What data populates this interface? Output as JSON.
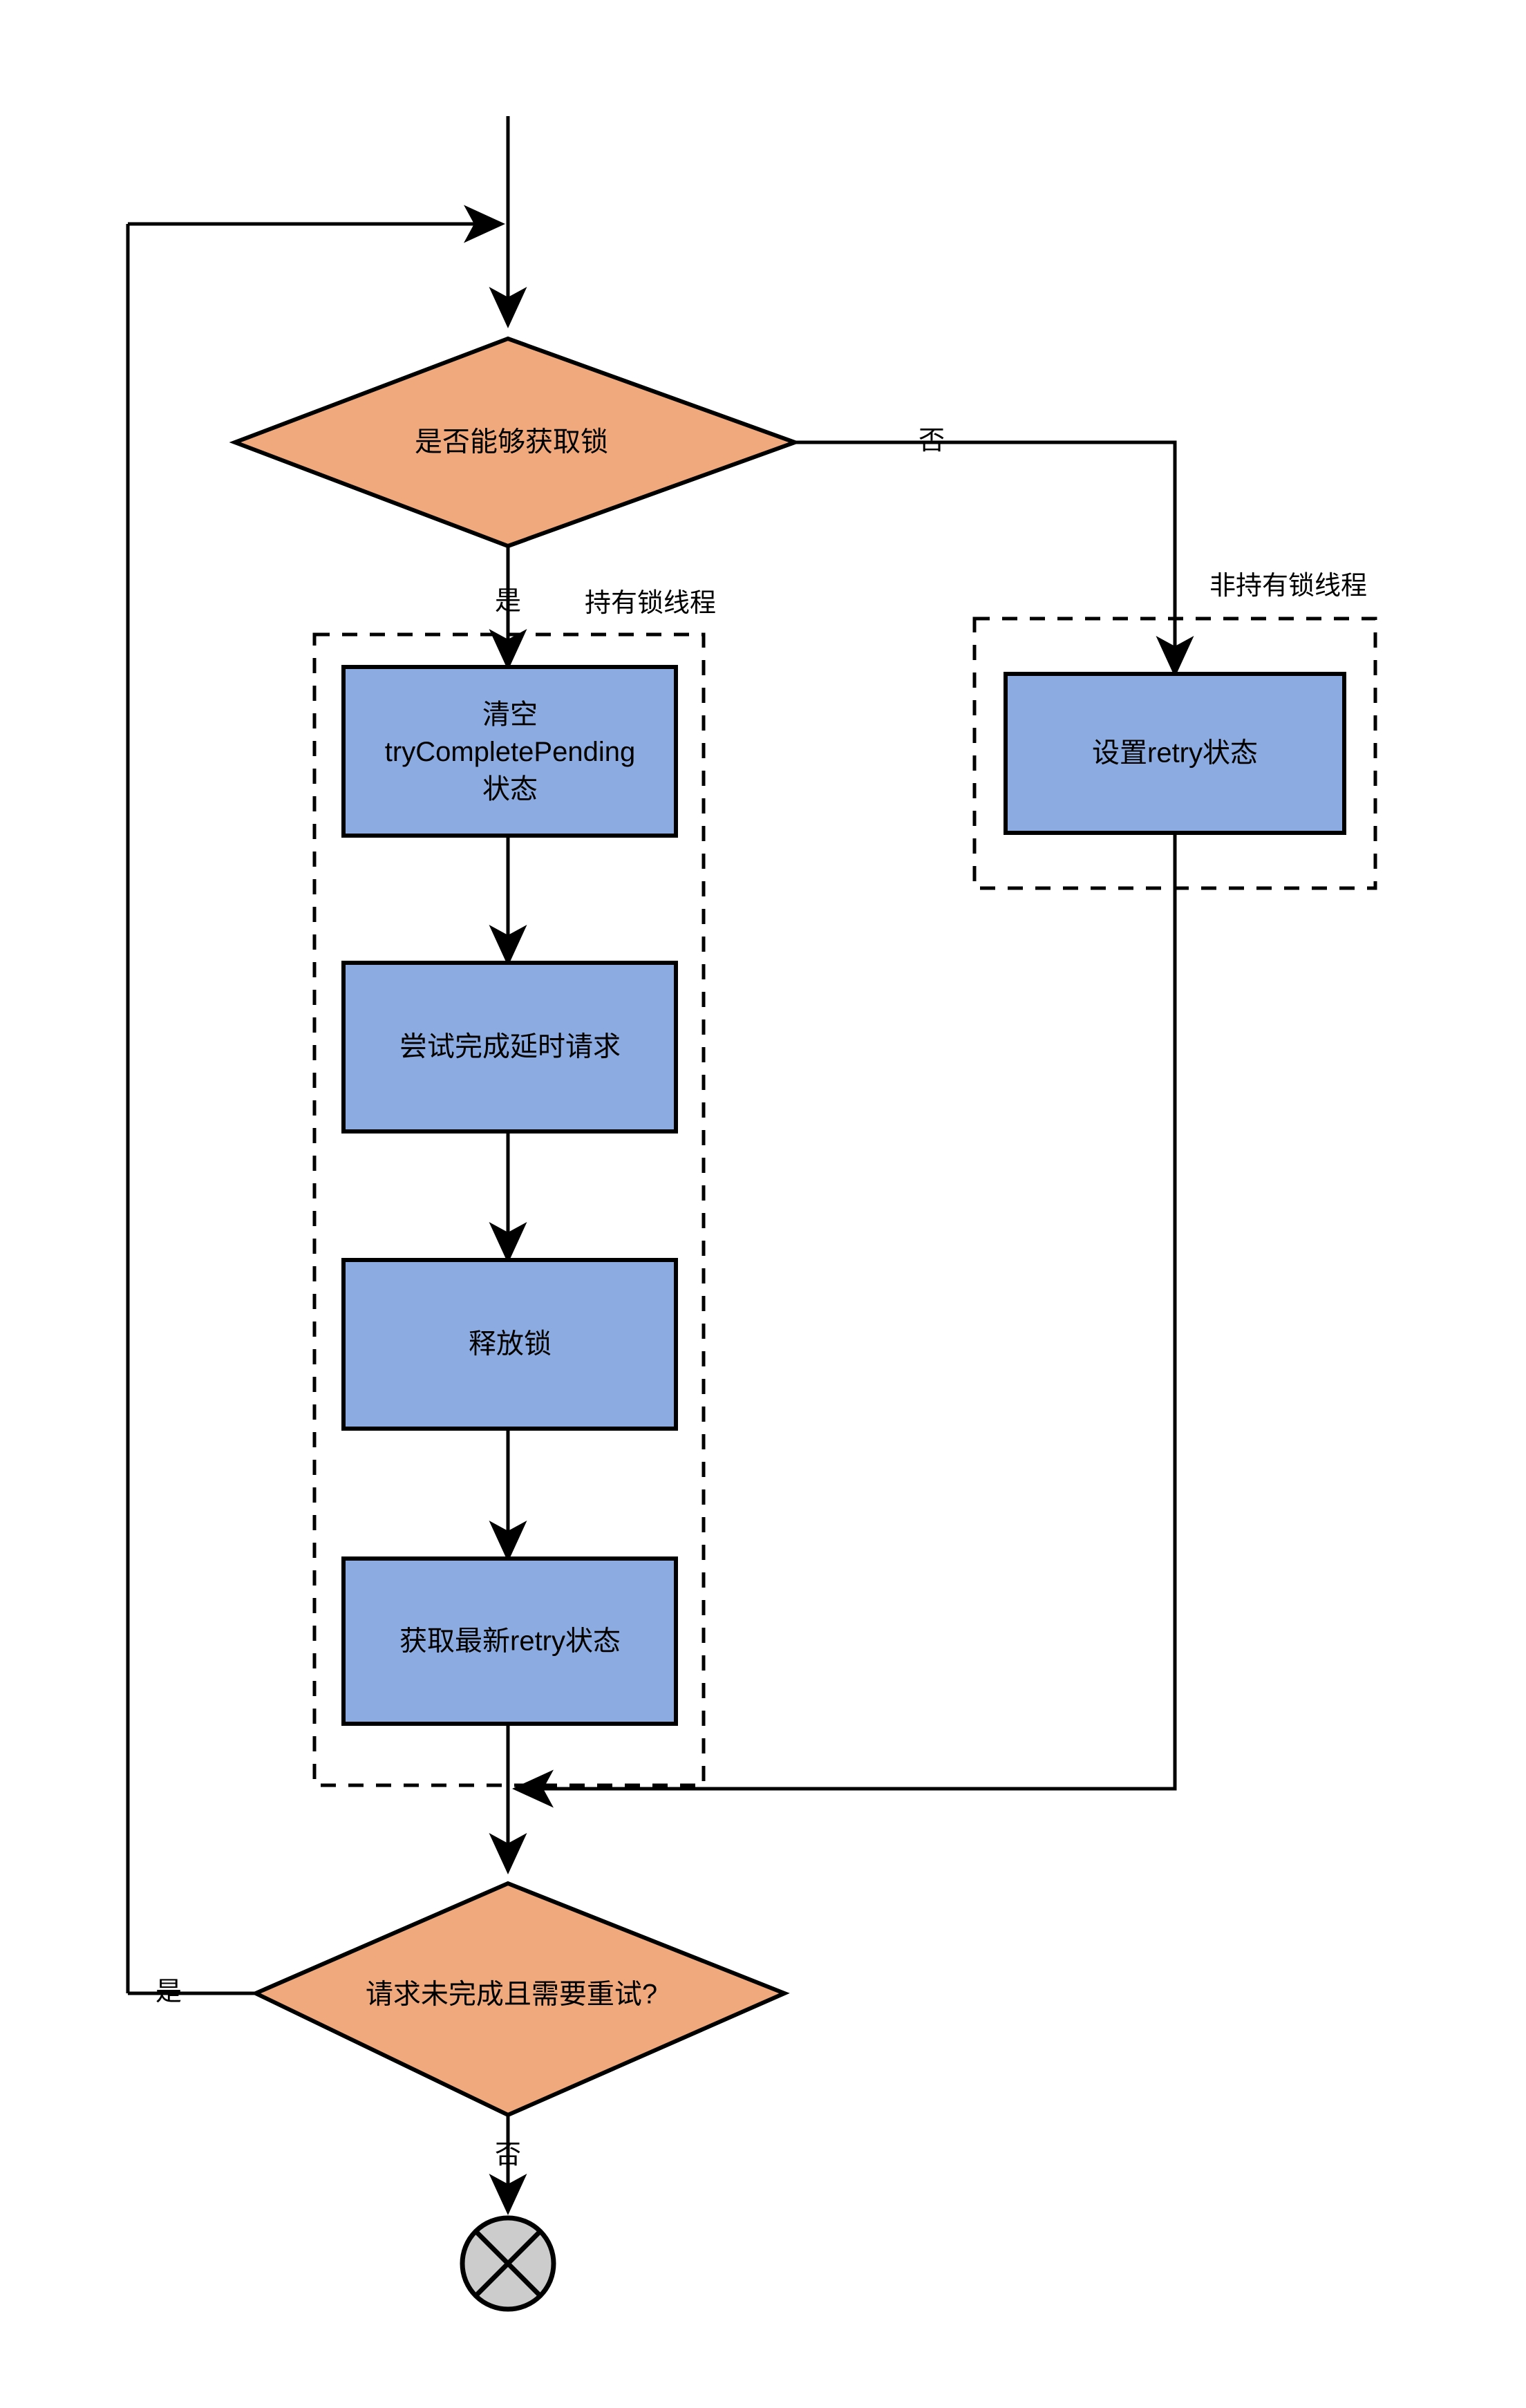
{
  "diagram": {
    "title_text": "",
    "colors": {
      "decision_fill": "#F0A97C",
      "process_fill": "#8CABE0",
      "terminator_fill": "#CCCCCC",
      "stroke": "#000000",
      "background": "#FFFFFF"
    },
    "groups": [
      {
        "id": "lock-holder",
        "label": "持有锁线程"
      },
      {
        "id": "non-lock-holder",
        "label": "非持有锁线程"
      }
    ],
    "nodes": {
      "decision_acquire_lock": {
        "text": "是否能够获取锁",
        "shape": "diamond"
      },
      "clear_try_complete_pending": {
        "line1": "清空",
        "line2": "tryCompletePending",
        "line3": "状态",
        "shape": "process"
      },
      "try_complete_delayed_request": {
        "text": "尝试完成延时请求",
        "shape": "process"
      },
      "release_lock": {
        "text": "释放锁",
        "shape": "process"
      },
      "get_latest_retry_state": {
        "text": "获取最新retry状态",
        "shape": "process"
      },
      "set_retry_state": {
        "text": "设置retry状态",
        "shape": "process"
      },
      "decision_incomplete_retry": {
        "text": "请求未完成且需要重试?",
        "shape": "diamond"
      },
      "end_terminator": {
        "text": "",
        "shape": "circle-cross"
      }
    },
    "edge_labels": {
      "acquire_yes": "是",
      "acquire_no": "否",
      "retry_yes": "是",
      "retry_no": "否"
    }
  }
}
